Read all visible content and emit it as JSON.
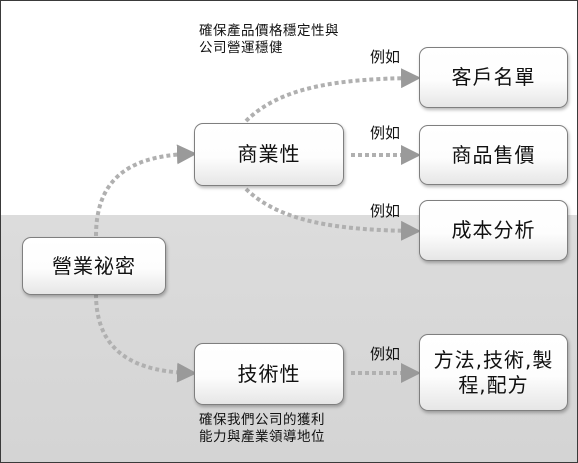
{
  "nodes": {
    "root": "營業祕密",
    "commercial": "商業性",
    "technical": "技術性",
    "customer_list": "客戶名單",
    "product_price": "商品售價",
    "cost_analysis": "成本分析",
    "method_line1": "方法,技術,製",
    "method_line2": "程,配方"
  },
  "edge_label": "例如",
  "notes": {
    "commercial_line1": "確保產品價格穩定性與",
    "commercial_line2": "公司營運穩健",
    "technical_line1": "確保我們公司的獲利",
    "technical_line2": "能力與產業領導地位"
  },
  "colors": {
    "arrow": "#b0b0b0",
    "lower_band": "#d9d9d9"
  }
}
